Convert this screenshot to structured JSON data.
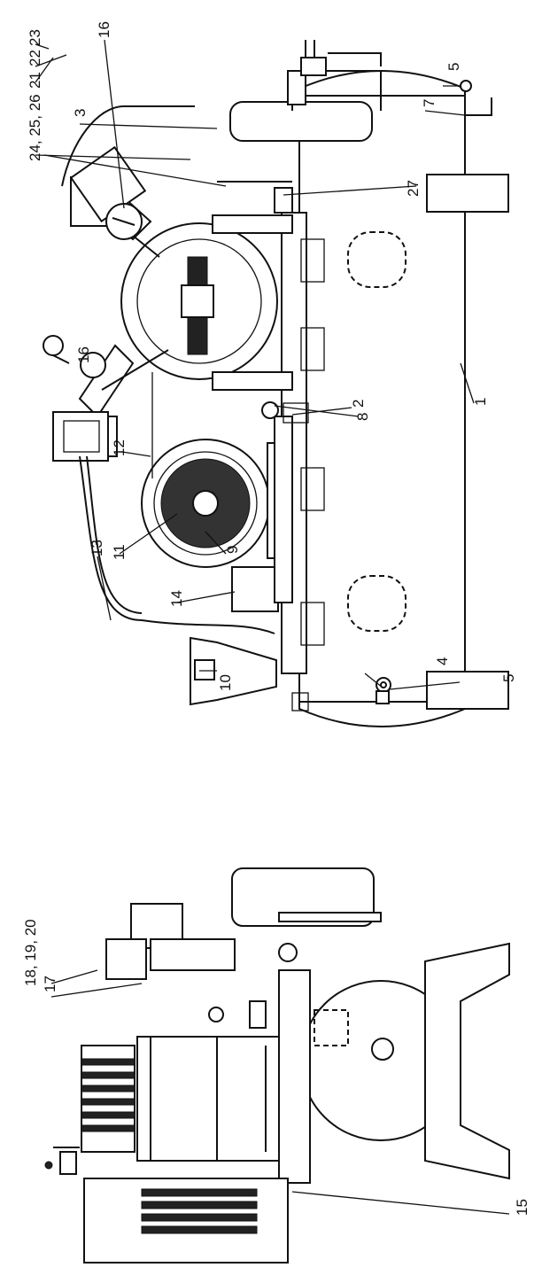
{
  "labels": {
    "l1": "1",
    "l2": "2",
    "l3": "3",
    "l4": "4",
    "l5a": "5",
    "l5b": "5",
    "l7": "7",
    "l8": "8",
    "l9": "9",
    "l10": "10",
    "l11": "11",
    "l12": "12",
    "l13": "13",
    "l14": "14",
    "l15": "15",
    "l16a": "16",
    "l16b": "16",
    "l17": "17",
    "l18": "18, 19, 20",
    "l21": "21",
    "l22": "22",
    "l23": "23",
    "l24": "24, 25, 26",
    "l27": "27"
  }
}
